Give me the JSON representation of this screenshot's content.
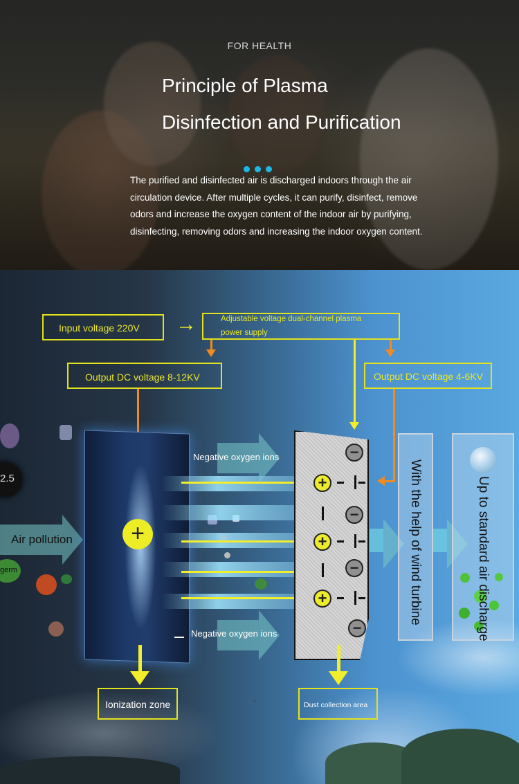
{
  "hero": {
    "kicker": "FOR HEALTH",
    "title_line1": "Principle of Plasma",
    "title_line2": "Disinfection and Purification",
    "description": "The purified and disinfected air is discharged indoors through the air circulation device. After multiple cycles, it can purify, disinfect, remove odors and increase the oxygen content of the indoor air by  purifying, disinfecting, removing odors and increasing the indoor oxygen content.",
    "accent_color": "#1fb7e6"
  },
  "diagram": {
    "input_voltage": "Input voltage 220V",
    "power_supply_line1": "Adjustable voltage dual-channel plasma",
    "power_supply_line2": "power supply",
    "output_dc_left": "Output DC voltage 8-12KV",
    "output_dc_right": "Output DC voltage 4-6KV",
    "negative_ions_top": "Negative oxygen ions",
    "negative_ions_bottom": "Negative oxygen ions",
    "air_pollution": "Air pollution",
    "pm_label": "2.5",
    "germ_label": "germ",
    "wind_turbine": "With the help of wind turbine",
    "standard_air": "Up to standard air discharge",
    "ionization_zone": "Ionization zone",
    "dust_collection": "Dust collection area",
    "stray_mark": ",",
    "positive_symbol": "+",
    "negative_symbol": "−",
    "arrow_symbol": "→",
    "colors": {
      "box_border": "#e4e21c",
      "connector_yellow": "#f2ee2c",
      "connector_orange": "#f08a22"
    }
  }
}
